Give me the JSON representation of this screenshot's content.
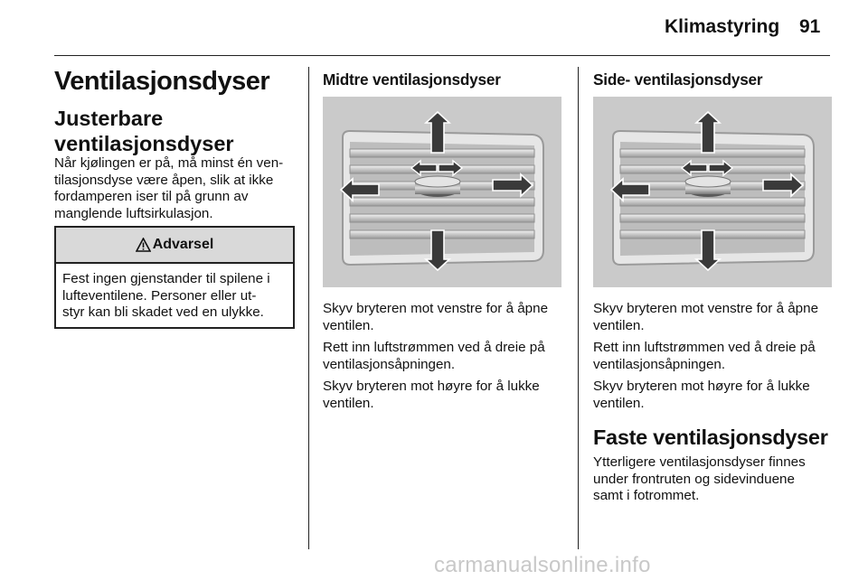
{
  "header": {
    "section": "Klimastyring",
    "page": "91"
  },
  "col1": {
    "title": "Ventilasjonsdyser",
    "subtitle": "Justerbare ventilasjonsdyser",
    "lines": [
      "Når kjølingen er på, må minst én ven-",
      "tilasjonsdyse være åpen, slik at ikke",
      "fordamperen iser til på grunn av",
      "manglende luftsirkulasjon."
    ],
    "warning": {
      "icon": "warning-triangle-icon",
      "title": "Advarsel",
      "lines": [
        "Fest ingen gjenstander til spilene i",
        "lufteventilene. Personer eller ut-",
        "styr kan bli skadet ved en ulykke."
      ]
    }
  },
  "col2": {
    "heading": "Midtre ventilasjonsdyser",
    "p1": [
      "Skyv bryteren mot venstre for å åpne",
      "ventilen."
    ],
    "p2": [
      "Rett inn luftstrømmen ved å dreie på",
      "ventilasjonsåpningen."
    ],
    "p3": [
      "Skyv bryteren mot høyre for å lukke",
      "ventilen."
    ]
  },
  "col3": {
    "heading": "Side- ventilasjonsdyser",
    "p1": [
      "Skyv bryteren mot venstre for å åpne",
      "ventilen."
    ],
    "p2": [
      "Rett inn luftstrømmen ved å dreie på",
      "ventilasjonsåpningen."
    ],
    "p3": [
      "Skyv bryteren mot høyre for å lukke",
      "ventilen."
    ],
    "faste_title": "Faste ventilasjonsdyser",
    "faste_lines": [
      "Ytterligere ventilasjonsdyser finnes",
      "under frontruten og sidevinduene",
      "samt i fotrommet."
    ]
  },
  "watermark": "carmanualsonline.info"
}
